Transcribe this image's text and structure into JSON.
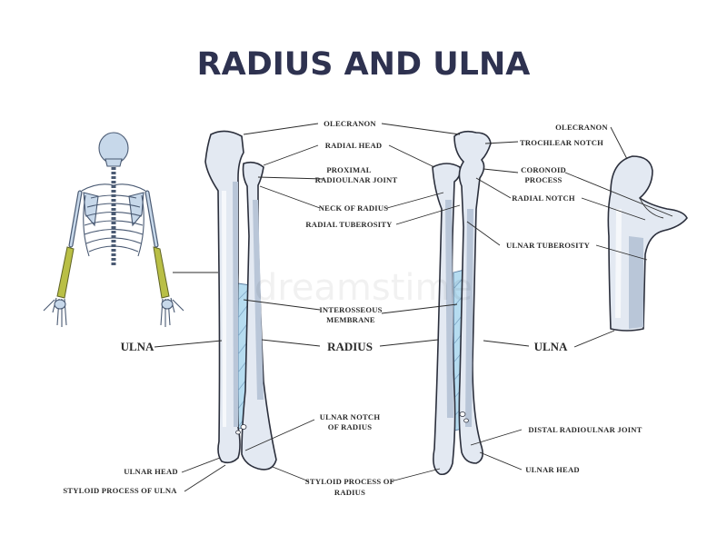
{
  "title": "RADIUS AND ULNA",
  "labels": {
    "olecranon": "OLECRANON",
    "radial_head": "RADIAL HEAD",
    "proximal_radioulnar_joint_1": "PROXIMAL",
    "proximal_radioulnar_joint_2": "RADIOULNAR JOINT",
    "neck_of_radius": "NECK OF RADIUS",
    "radial_tuberosity": "RADIAL TUBEROSITY",
    "interosseous_membrane_1": "INTEROSSEOUS",
    "interosseous_membrane_2": "MEMBRANE",
    "ulna_left": "ULNA",
    "radius": "RADIUS",
    "ulna_right": "ULNA",
    "ulnar_notch_1": "ULNAR NOTCH",
    "ulnar_notch_2": "OF RADIUS",
    "ulnar_head_left": "ULNAR HEAD",
    "styloid_process_of_ulna": "STYLOID PROCESS OF ULNA",
    "styloid_process_of_radius_1": "STYLOID PROCESS OF",
    "styloid_process_of_radius_2": "RADIUS",
    "trochlear_notch": "TROCHLEAR NOTCH",
    "coronoid_process_1": "CORONOID",
    "coronoid_process_2": "PROCESS",
    "radial_notch": "RADIAL NOTCH",
    "ulnar_tuberosity": "ULNAR TUBEROSITY",
    "olecranon_detail": "OLECRANON",
    "distal_radioulnar_joint": "DISTAL RADIOULNAR JOINT",
    "ulnar_head_right": "ULNAR HEAD"
  },
  "colors": {
    "title": "#2e3250",
    "bone_fill": "#e3e9f2",
    "bone_outline": "#2b2f3c",
    "membrane": "#b6dcf0",
    "forearm_highlight": "#b9bf45"
  }
}
